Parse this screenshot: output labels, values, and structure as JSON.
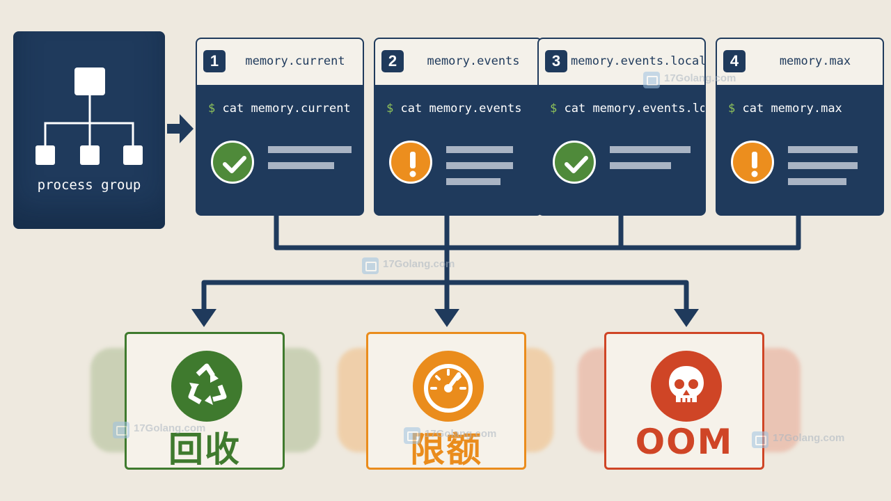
{
  "process_group": {
    "label": "process group",
    "icon": "hierarchy-icon"
  },
  "metrics": [
    {
      "index": "1",
      "name": "memory.current",
      "prompt": "$",
      "command": "cat memory.current",
      "status": "ok",
      "status_icon": "check-icon"
    },
    {
      "index": "2",
      "name": "memory.events",
      "prompt": "$",
      "command": "cat memory.events",
      "status": "warning",
      "status_icon": "exclamation-icon"
    },
    {
      "index": "3",
      "name": "memory.events.local",
      "prompt": "$",
      "command": "cat memory.events.local",
      "status": "ok",
      "status_icon": "check-icon"
    },
    {
      "index": "4",
      "name": "memory.max",
      "prompt": "$",
      "command": "cat memory.max",
      "status": "warning",
      "status_icon": "exclamation-icon"
    }
  ],
  "outcomes": [
    {
      "label": "回收",
      "icon": "recycle-icon",
      "color": "#3f7a2e"
    },
    {
      "label": "限额",
      "icon": "gauge-icon",
      "color": "#ea8c1c"
    },
    {
      "label": "OOM",
      "icon": "skull-icon",
      "color": "#cf4526"
    }
  ],
  "colors": {
    "navy": "#1f3a5c",
    "background": "#eee9df",
    "ok_green": "#4f8a3a",
    "warn_orange": "#ec8e1e",
    "prompt_green": "#8fc25a"
  },
  "watermark": {
    "text": "17Golang.com"
  }
}
